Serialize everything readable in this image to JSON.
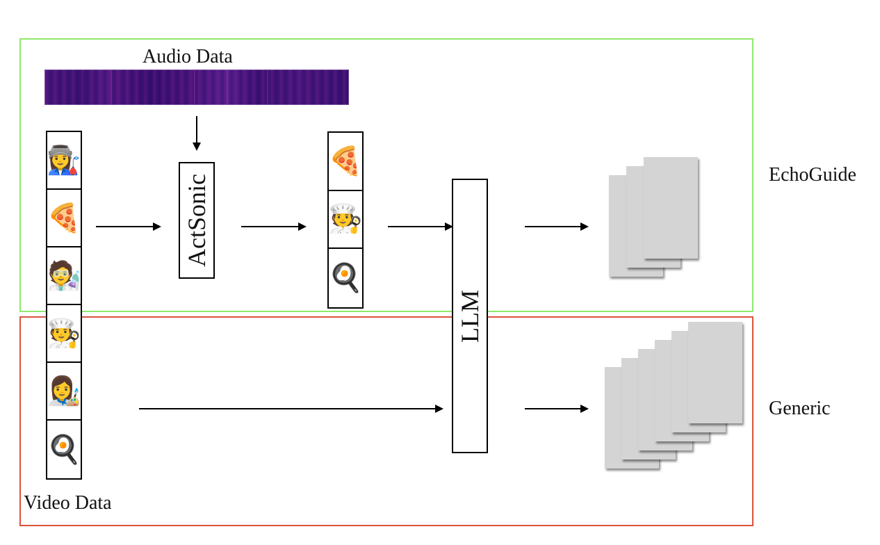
{
  "diagram": {
    "audio_label": "Audio Data",
    "video_label": "Video Data",
    "actsonic_label": "ActSonic",
    "llm_label": "LLM",
    "echoguide_label": "EchoGuide",
    "generic_label": "Generic",
    "colors": {
      "echoguide_border": "#8fe86b",
      "generic_border": "#d9533b",
      "spectrogram": "#4a1780",
      "output_doc": "#d4d4d4"
    },
    "video_frames": [
      {
        "emoji": "👩‍🏭",
        "name": "factory-worker"
      },
      {
        "emoji": "🍕",
        "name": "pizza"
      },
      {
        "emoji": "🧑‍🔬",
        "name": "scientist"
      },
      {
        "emoji": "🧑‍🍳",
        "name": "cook"
      },
      {
        "emoji": "👩‍🎨",
        "name": "artist"
      },
      {
        "emoji": "🍳",
        "name": "frying-pan"
      }
    ],
    "selected_frames": [
      {
        "emoji": "🍕",
        "name": "pizza"
      },
      {
        "emoji": "🧑‍🍳",
        "name": "cook"
      },
      {
        "emoji": "🍳",
        "name": "frying-pan"
      }
    ],
    "echoguide_output_count": 3,
    "generic_output_count": 6
  }
}
